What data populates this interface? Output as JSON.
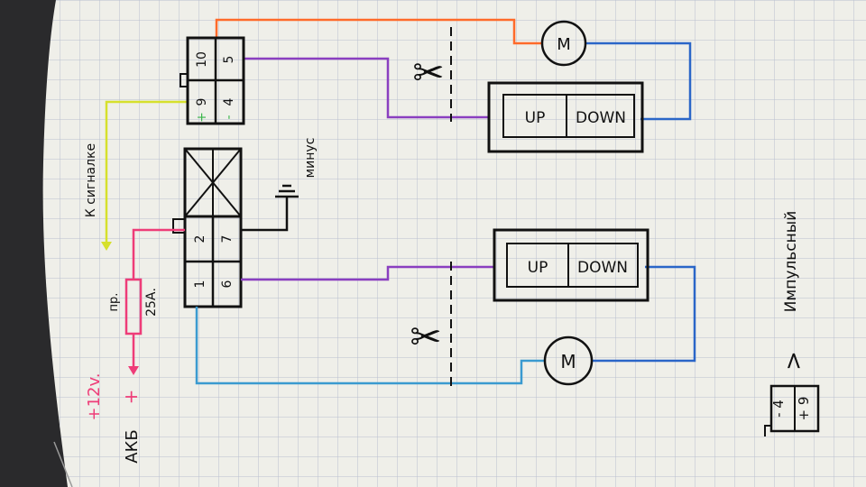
{
  "diagram": {
    "connector_top": {
      "pins": [
        "5",
        "10",
        "4",
        "9"
      ],
      "minus_mark": "-",
      "plus_mark": "+"
    },
    "connector_bottom": {
      "pins": [
        "1",
        "2",
        "6",
        "7"
      ]
    },
    "switches": [
      {
        "up": "UP",
        "down": "DOWN"
      },
      {
        "up": "UP",
        "down": "DOWN"
      }
    ],
    "motor_label": "M",
    "labels": {
      "signal": "К сигналке",
      "ground": "минус",
      "battery": "АКБ",
      "plus12": "+12v.",
      "plus_sign": "+",
      "fuse_type": "пр.",
      "fuse_rating": "25А.",
      "pulse": "Импульсный",
      "legend_minus": "- 4",
      "legend_plus": "+ 9"
    },
    "colors": {
      "orange": "#ff6a2a",
      "purple": "#8a3fc0",
      "blue": "#2a66c8",
      "cyan": "#3a9ad0",
      "yellow": "#d6e02c",
      "pink": "#ee3c78",
      "green": "#3ab54a",
      "ink": "#111111",
      "paper": "#efefe9",
      "grid": "#b8bfd0"
    }
  }
}
